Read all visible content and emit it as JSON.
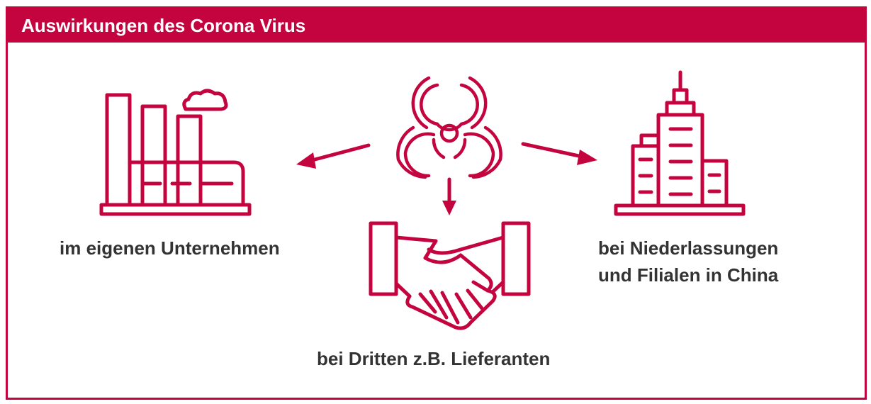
{
  "title": "Auswirkungen des Corona Virus",
  "colors": {
    "accent": "#c4043f",
    "text": "#333333",
    "background": "#ffffff"
  },
  "icons": {
    "center": "biohazard-icon",
    "left": "factory-icon",
    "right": "skyscraper-icon",
    "bottom": "handshake-icon"
  },
  "labels": {
    "left": "im eigenen Unternehmen",
    "right_line1": "bei Niederlassungen",
    "right_line2": "und Filialen in China",
    "bottom": "bei Dritten z.B. Lieferanten"
  }
}
